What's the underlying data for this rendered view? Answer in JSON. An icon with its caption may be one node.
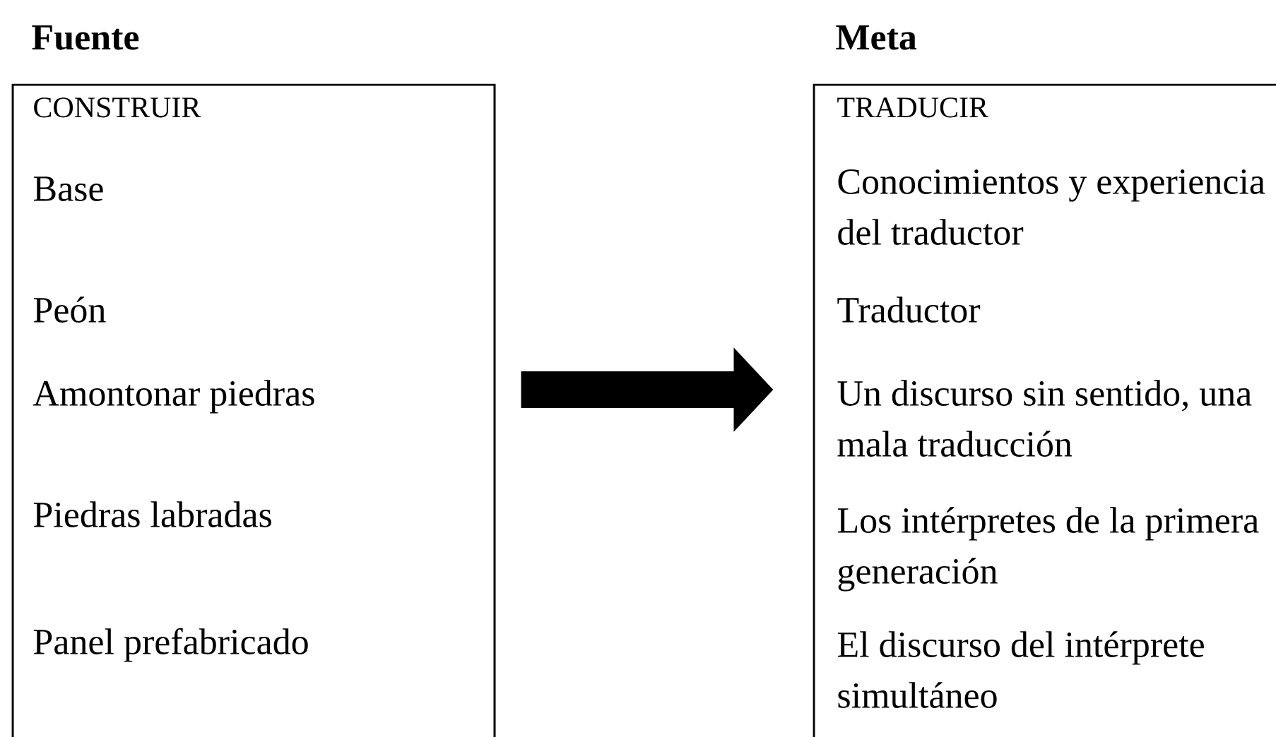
{
  "diagram": {
    "nodes": [
      {
        "text": [
          "Fuente",
          "CONSTRUIR",
          "Base",
          "Peón",
          "Amontonar piedras",
          "Piedras labradas",
          "Panel prefabricado"
        ]
      },
      {
        "text": [
          "Meta",
          "TRADUCIR",
          "Conocimientos y experiencia del traductor",
          "Traductor",
          "Un discurso sin sentido, una mala traducción",
          "Los intérpretes de la primera generación",
          "El discurso del intérprete simultáneo"
        ]
      }
    ],
    "edges": [
      {
        "from": 0,
        "to": 1,
        "arrow": "to"
      }
    ]
  }
}
